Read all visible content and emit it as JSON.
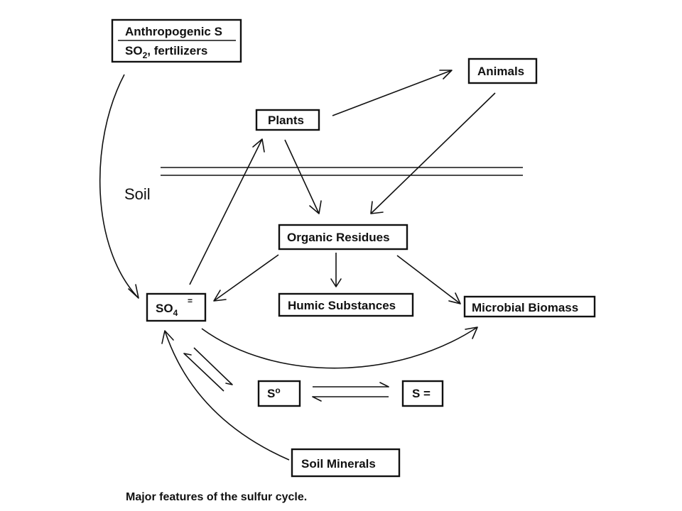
{
  "nodes": {
    "anthropogenic_title": "Anthropogenic S",
    "anthropogenic_so": "SO",
    "anthropogenic_sub": "2",
    "anthropogenic_rest": ", fertilizers",
    "animals": "Animals",
    "plants": "Plants",
    "organic_residues": "Organic Residues",
    "so4_main": "SO",
    "so4_sub": "4",
    "so4_charge": "=",
    "humic_substances": "Humic Substances",
    "microbial_biomass": "Microbial Biomass",
    "s_zero_main": "S",
    "s_zero_sup": "o",
    "s_sulfide": "S =",
    "soil_minerals": "Soil Minerals"
  },
  "soil_label": "Soil",
  "caption": "Major features of the sulfur cycle."
}
